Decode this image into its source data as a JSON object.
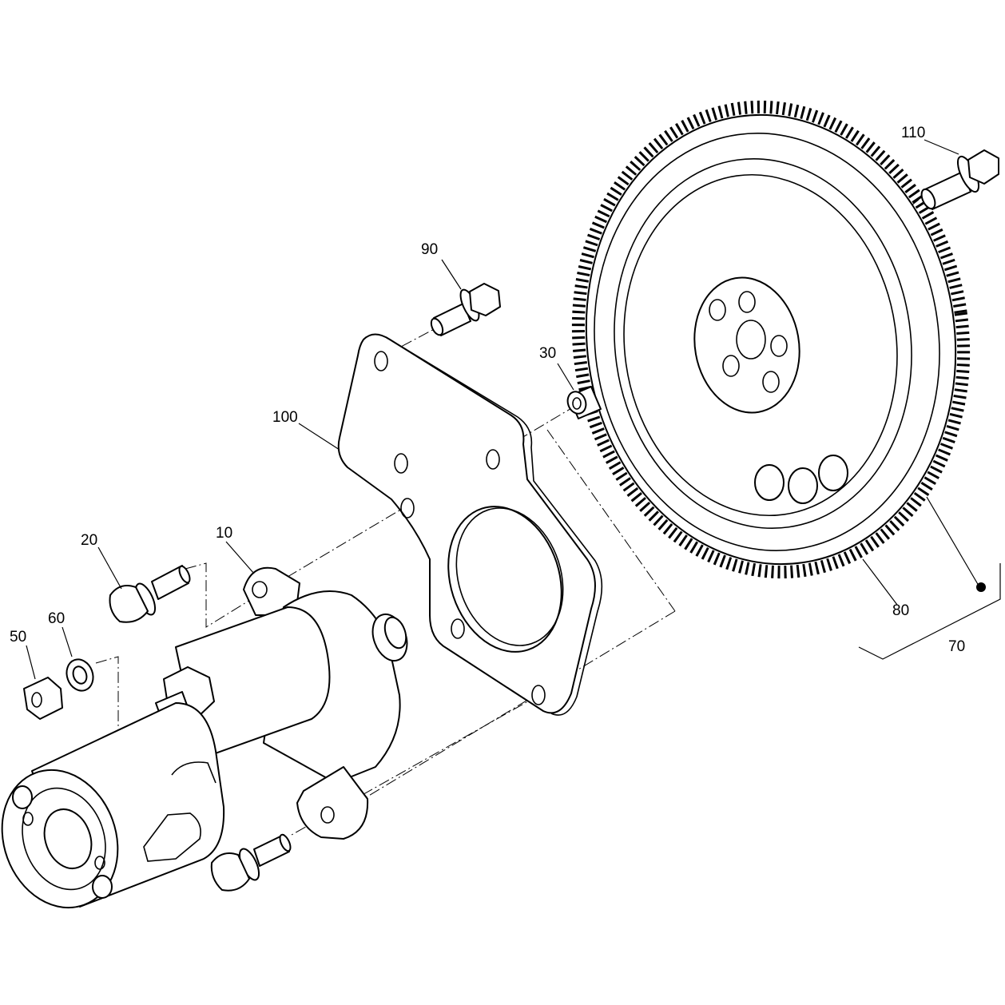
{
  "callouts": {
    "c10": "10",
    "c20": "20",
    "c30": "30",
    "c50": "50",
    "c60": "60",
    "c70": "70",
    "c80": "80",
    "c90": "90",
    "c100": "100",
    "c110": "110"
  },
  "colors": {
    "ink": "#000000",
    "paper": "#ffffff"
  }
}
